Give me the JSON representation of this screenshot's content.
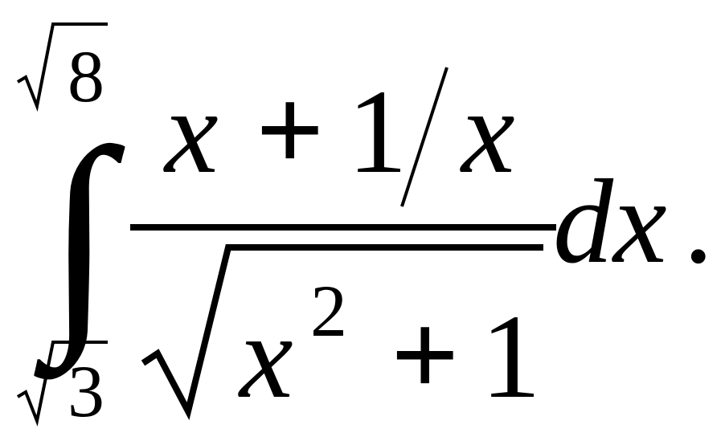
{
  "integral": {
    "symbol": "∫",
    "upper_limit_radicand": "8",
    "lower_limit_radicand": "3"
  },
  "numerator": {
    "var_left": "x",
    "plus": "+",
    "one": "1",
    "var_right": "x"
  },
  "denominator": {
    "var": "x",
    "exponent": "2",
    "plus": "+",
    "one": "1"
  },
  "differential": "dx",
  "period": ".",
  "colors": {
    "ink": "#000000",
    "background": "#ffffff"
  }
}
